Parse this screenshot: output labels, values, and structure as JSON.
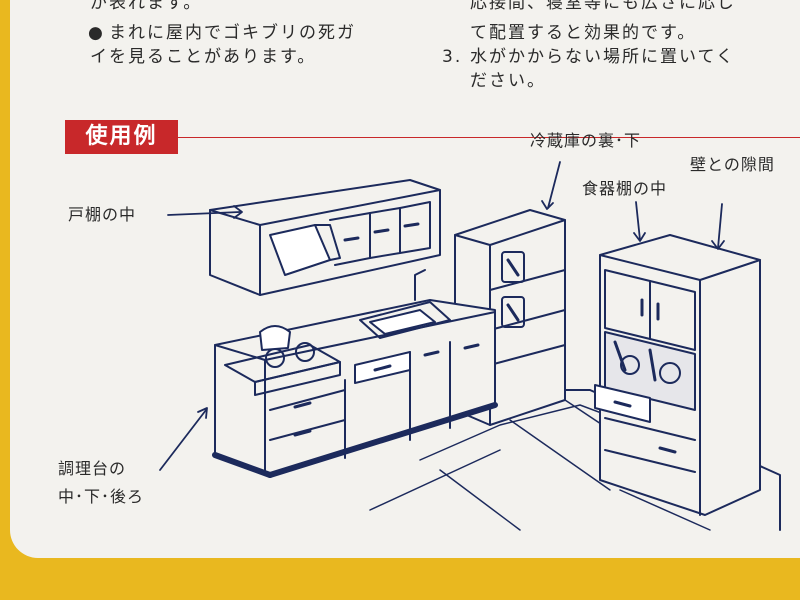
{
  "top_text": {
    "left_line1": "が表れます。",
    "left_bullet": "●",
    "left_line2": "まれに屋内でゴキブリの死ガ",
    "left_line3": "イを見ることがあります。",
    "right_line1": "応接間、寝室等にも広さに応じ",
    "right_line2": "て配置すると効果的です。",
    "right_item3_num": "3.",
    "right_item3_line1": "水がかからない場所に置いてく",
    "right_item3_line2": "ださい。"
  },
  "section": {
    "title": "使用例"
  },
  "callouts": {
    "cabinet": "戸棚の中",
    "fridge": "冷蔵庫の裏･下",
    "dish_shelf": "食器棚の中",
    "wall_gap": "壁との隙間",
    "counter_line1": "調理台の",
    "counter_line2": "中･下･後ろ"
  },
  "colors": {
    "background": "#e9b81f",
    "card": "#f3f2ee",
    "accent_red": "#c8282a",
    "line_art": "#1c2a5c"
  }
}
